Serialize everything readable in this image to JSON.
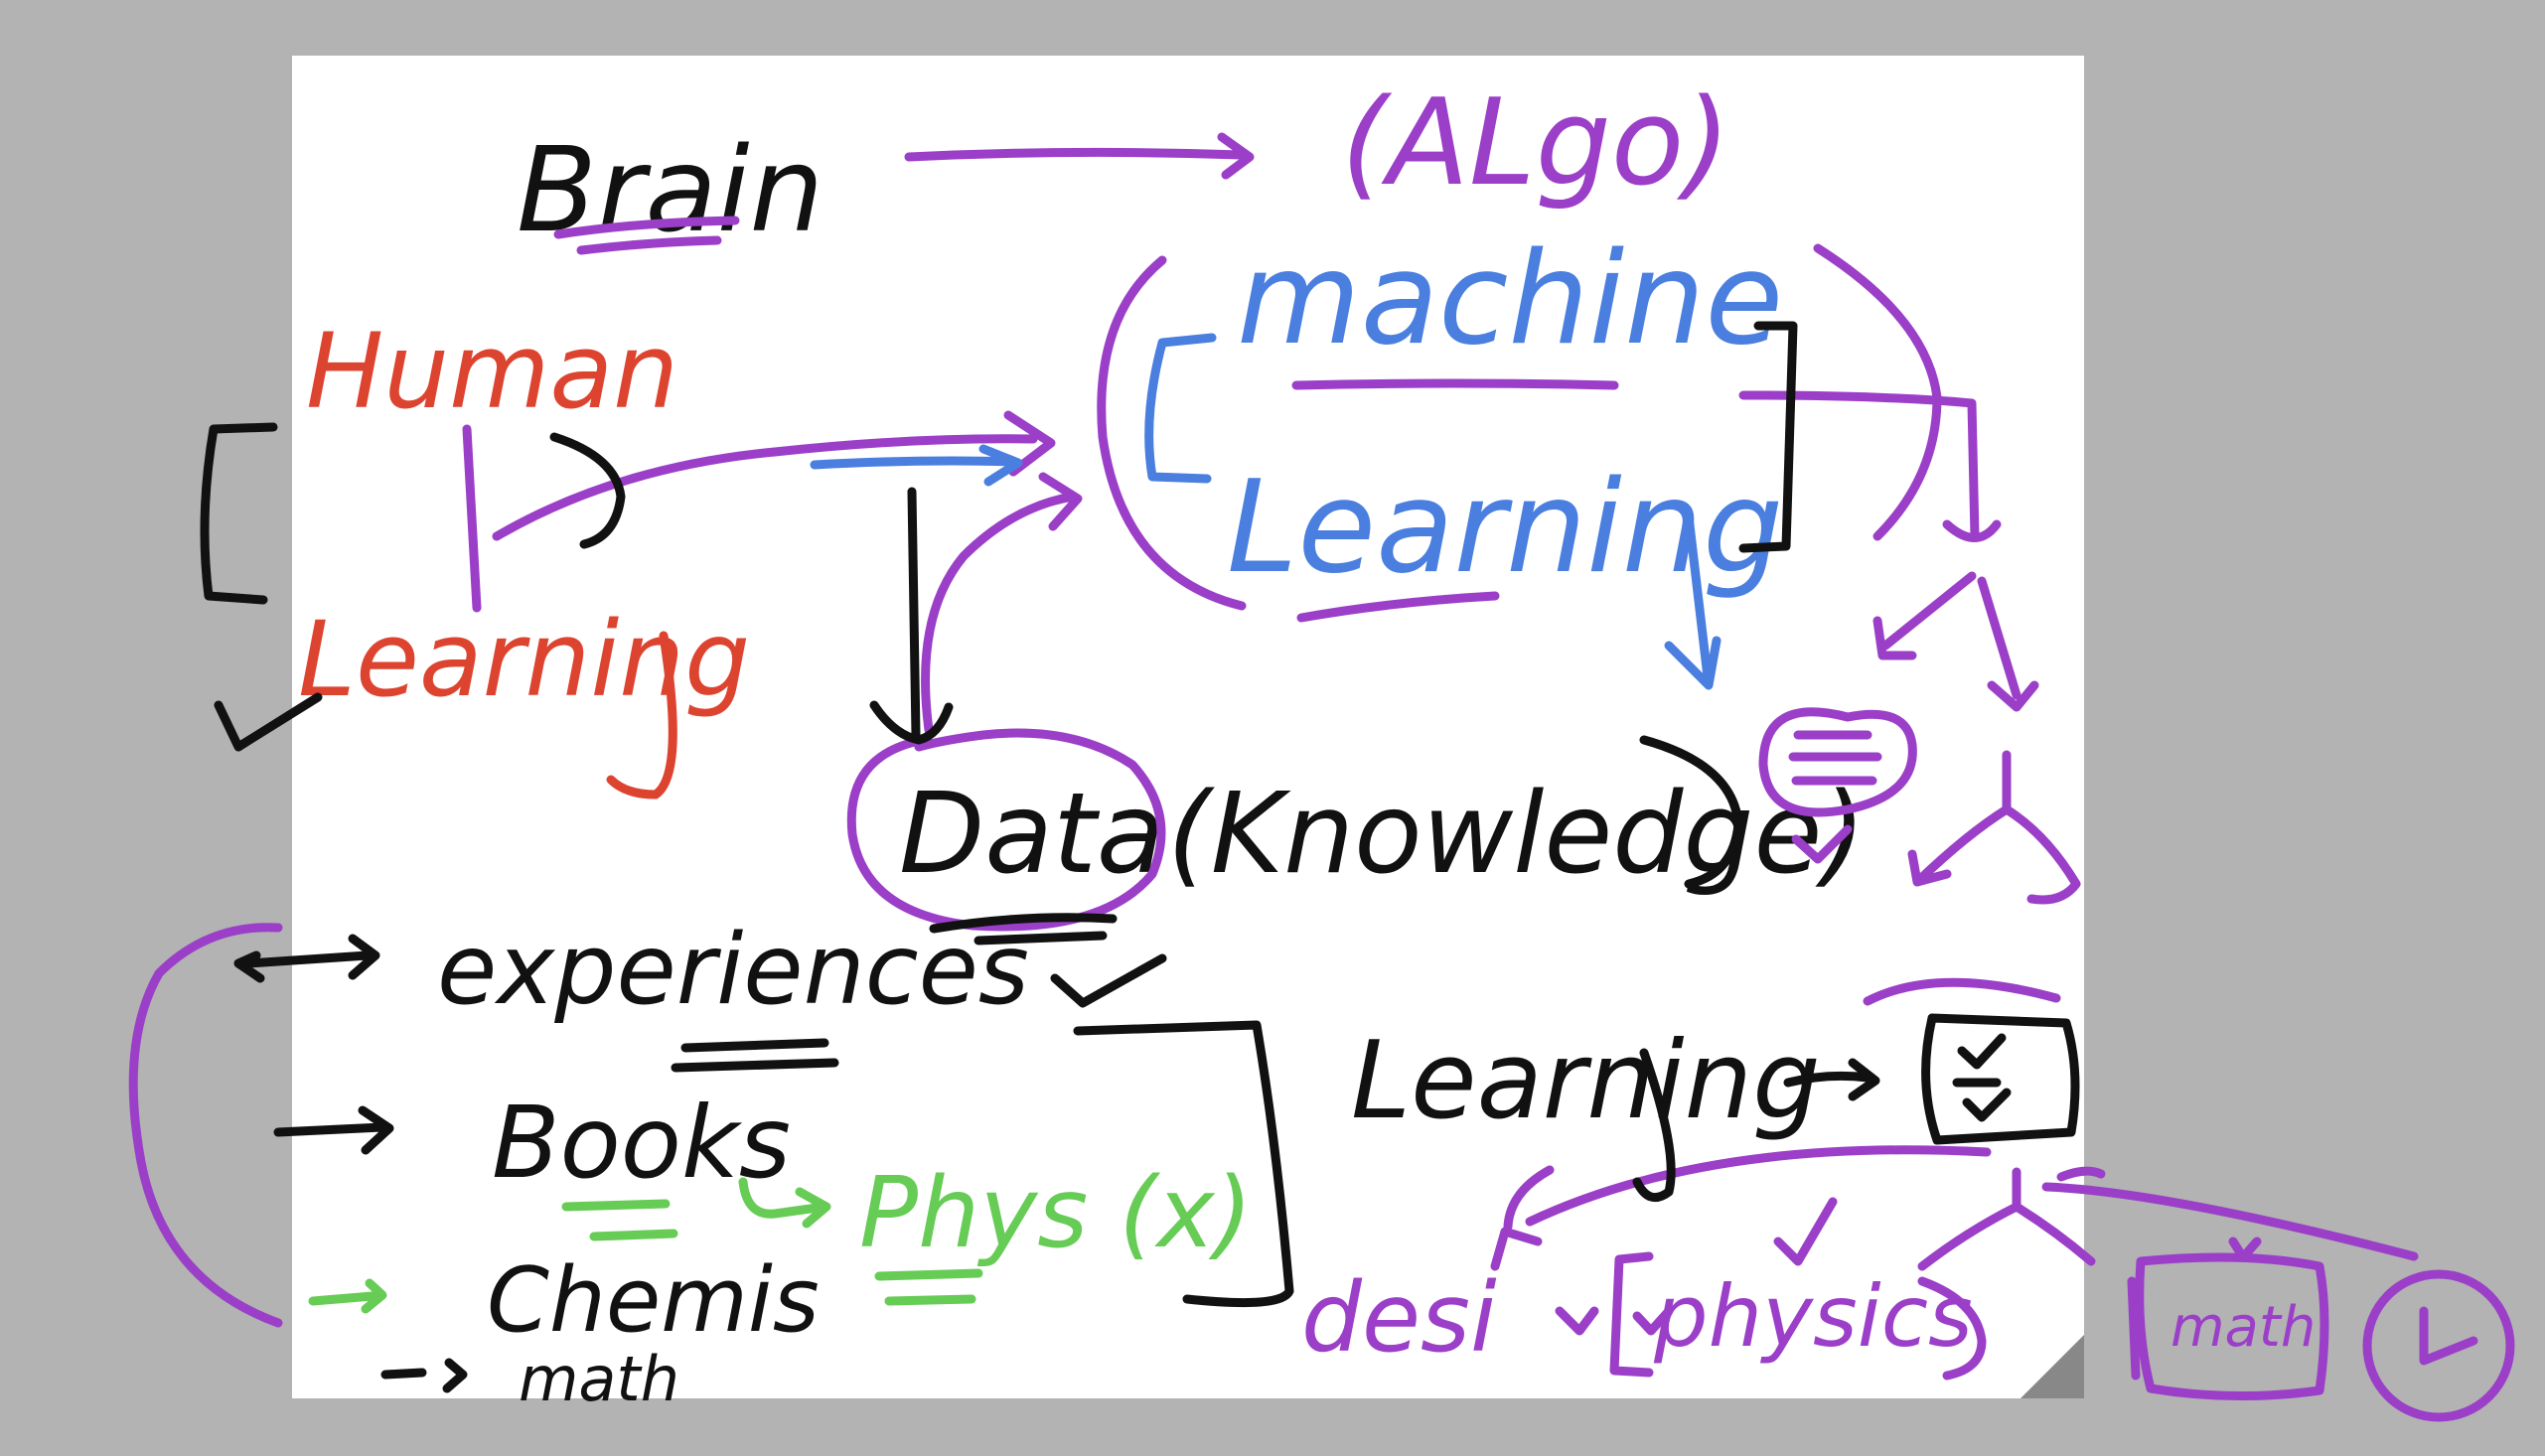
{
  "colors": {
    "background": "#b3b3b3",
    "board": "#ffffff",
    "black_ink": "#111111",
    "purple_ink": "#9b3fc8",
    "blue_ink": "#4a7fe0",
    "red_ink": "#dd4430",
    "green_ink": "#66cc55",
    "curl": "#888888"
  },
  "words": {
    "brain": "Brain",
    "algo": "(ALgo)",
    "human": "Human",
    "learning_red": "Learning",
    "machine": "machine",
    "learning_blue": "Learning",
    "data": "Data",
    "knowledge": "(Knowledge)",
    "experiences": "experiences",
    "books": "Books",
    "phys_x": "Phys (x)",
    "chemis": "Chemis",
    "math_small": "math",
    "learning_black": "Learning",
    "desi": "desi",
    "physics": "physics",
    "math_box": "math"
  }
}
